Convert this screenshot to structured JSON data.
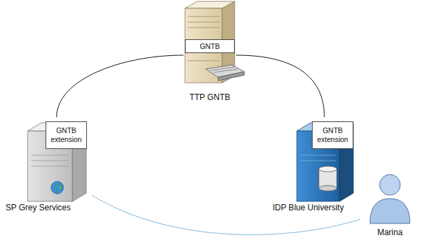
{
  "diagram": {
    "nodes": [
      {
        "text": [
          "TTP GNTB"
        ]
      },
      {
        "text": [
          "GNTB"
        ],
        "in": 0
      },
      {
        "text": [
          "SP Grey Services"
        ]
      },
      {
        "text": [
          "GNTB extension"
        ],
        "in": 2
      },
      {
        "text": [
          "IDP Blue University"
        ]
      },
      {
        "text": [
          "GNTB extension"
        ],
        "in": 4
      },
      {
        "text": [
          "Marina"
        ]
      }
    ],
    "edges": [
      {
        "from": 2,
        "to": 0,
        "arrow": "none"
      },
      {
        "from": 0,
        "to": 4,
        "arrow": "none"
      },
      {
        "from": 2,
        "to": 6,
        "arrow": "none"
      }
    ]
  }
}
